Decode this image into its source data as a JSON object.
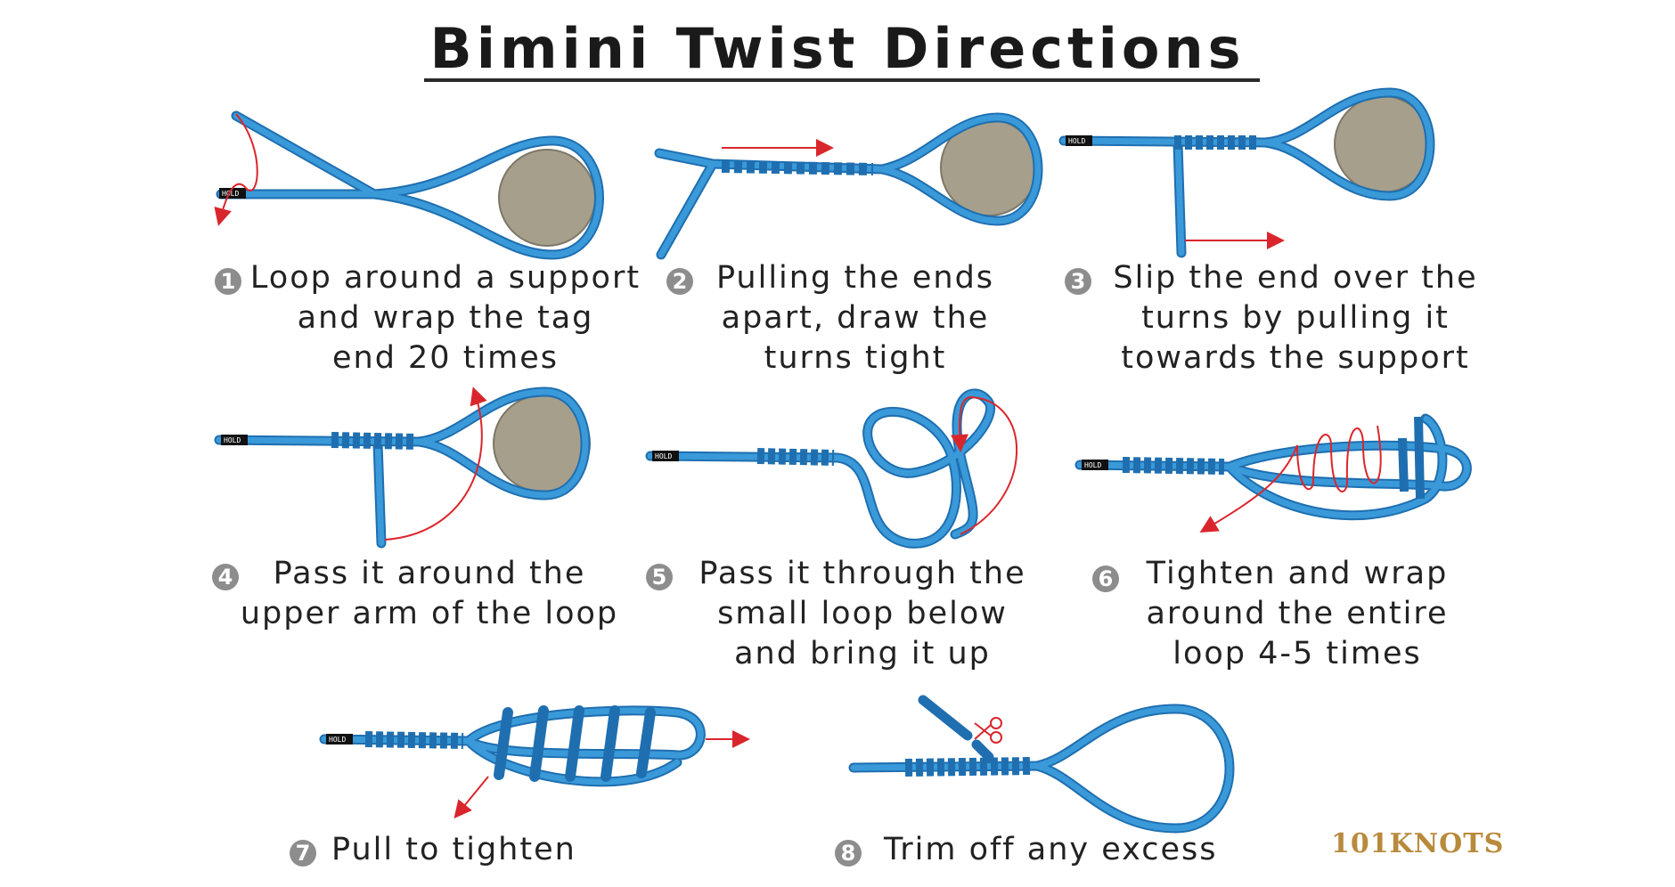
{
  "title": "Bimini Twist Directions",
  "hold_tag": "HOLD",
  "brand": "101KNOTS",
  "colors": {
    "line": "#3a9ad9",
    "line_stroke": "#1f6fb0",
    "arrow": "#d9262c",
    "support": "#a69f8c",
    "badge": "#8d8d8d"
  },
  "steps": [
    {
      "number": "1",
      "lines": [
        "Loop around a support",
        "and wrap the tag",
        "end 20 times"
      ]
    },
    {
      "number": "2",
      "lines": [
        "Pulling the ends",
        "apart, draw the",
        "turns tight"
      ]
    },
    {
      "number": "3",
      "lines": [
        "Slip the end over the",
        "turns by pulling it",
        "towards the support"
      ]
    },
    {
      "number": "4",
      "lines": [
        "Pass it around the",
        "upper arm of the loop"
      ]
    },
    {
      "number": "5",
      "lines": [
        "Pass it through the",
        "small loop below",
        "and bring it up"
      ]
    },
    {
      "number": "6",
      "lines": [
        "Tighten and wrap",
        "around the entire",
        "loop 4-5 times"
      ]
    },
    {
      "number": "7",
      "lines": [
        "Pull to tighten"
      ]
    },
    {
      "number": "8",
      "lines": [
        "Trim off any excess"
      ]
    }
  ]
}
